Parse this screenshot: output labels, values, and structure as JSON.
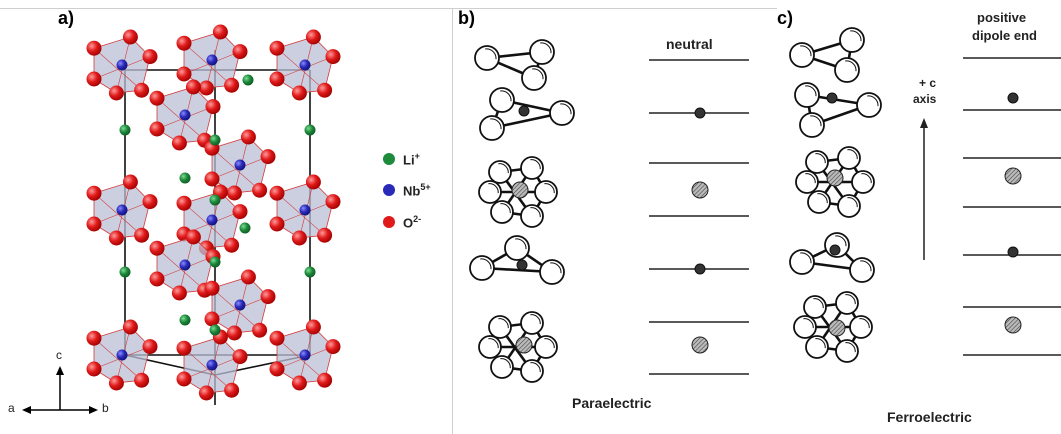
{
  "panels": {
    "a": {
      "label": "a)"
    },
    "b": {
      "label": "b)",
      "header": "neutral",
      "caption": "Paraelectric"
    },
    "c": {
      "label": "c)",
      "header_line1": "positive",
      "header_line2": "dipole end",
      "axis_label_line1": "+ c",
      "axis_label_line2": "axis",
      "caption": "Ferroelectric"
    }
  },
  "legend": [
    {
      "ion": "Li",
      "charge": "+",
      "color": "#1e8a3c"
    },
    {
      "ion": "Nb",
      "charge": "5+",
      "color": "#2a2ab8"
    },
    {
      "ion": "O",
      "charge": "2-",
      "color": "#e01a1a"
    }
  ],
  "axes_indicator": {
    "a": "a",
    "b": "b",
    "c": "c"
  },
  "colors": {
    "oxygen": "#e01a1a",
    "niobium": "#2a2ab8",
    "lithium": "#1e8a3c",
    "octahedron_fill": "#b9bfd6"
  }
}
